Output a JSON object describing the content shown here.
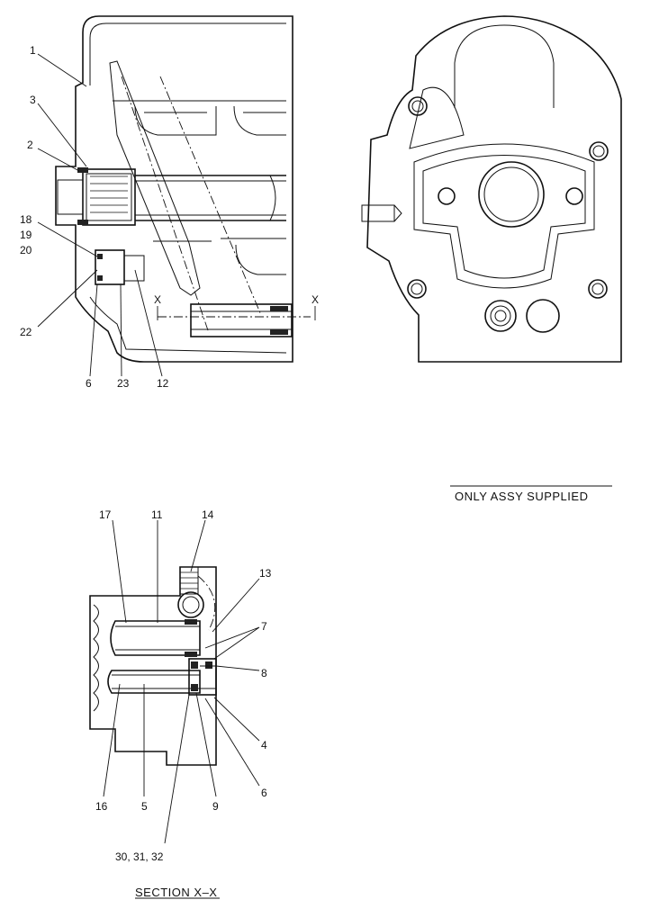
{
  "labels": {
    "p1": "1",
    "p2": "2",
    "p3": "3",
    "p18": "18",
    "p19": "19",
    "p20": "20",
    "p22": "22",
    "p6a": "6",
    "p23": "23",
    "p12": "12",
    "x_left": "X",
    "x_right": "X",
    "p17": "17",
    "p11": "11",
    "p14": "14",
    "p13": "13",
    "p7": "7",
    "p8": "8",
    "p4": "4",
    "p6b": "6",
    "p16": "16",
    "p5": "5",
    "p9": "9",
    "p30": "30, 31, 32"
  },
  "notes": {
    "only_assy": "ONLY ASSY SUPPLIED",
    "section": "SECTION X–X"
  }
}
